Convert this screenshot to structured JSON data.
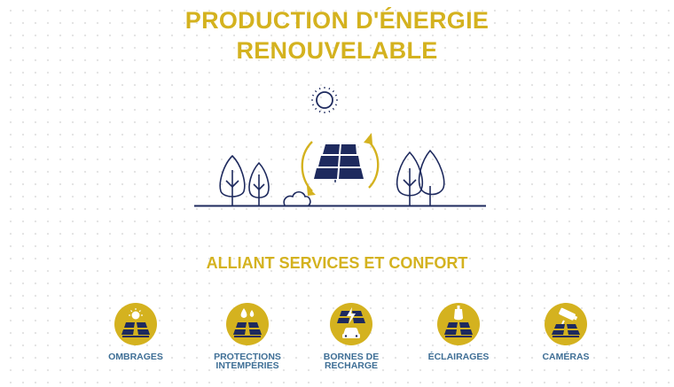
{
  "header": {
    "title_line1": "PRODUCTION D'ÉNERGIE",
    "title_line2": "RENOUVELABLE"
  },
  "section": {
    "title": "ALLIANT SERVICES ET CONFORT"
  },
  "colors": {
    "gold": "#d4b21f",
    "navy": "#1e2a5e",
    "label_blue": "#3f6f96"
  },
  "features": [
    {
      "icon": "sun-canopy-icon",
      "label": "OMBRAGES"
    },
    {
      "icon": "weather-protection-icon",
      "label": "PROTECTIONS\nINTEMPÉRIES"
    },
    {
      "icon": "charging-station-icon",
      "label": "BORNES DE\nRECHARGE"
    },
    {
      "icon": "lamp-icon",
      "label": "ÉCLAIRAGES"
    },
    {
      "icon": "camera-icon",
      "label": "CAMÉRAS"
    }
  ]
}
